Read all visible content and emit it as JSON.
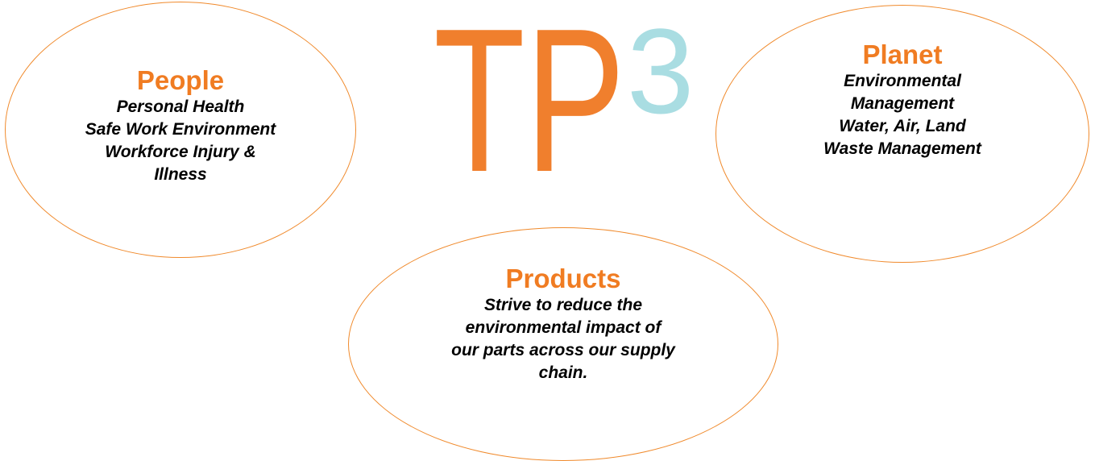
{
  "logo": {
    "letters": "TP",
    "superscript": "3",
    "letter_color": "#f07f2d",
    "superscript_color": "#a9dde2"
  },
  "colors": {
    "accent": "#f07c22",
    "ellipse_border": "#f08a2c",
    "body_text": "#000000",
    "background": "#ffffff"
  },
  "people": {
    "heading": "People",
    "lines": [
      "Personal Health",
      "Safe Work Environment",
      "Workforce Injury &",
      "Illness"
    ]
  },
  "planet": {
    "heading": "Planet",
    "lines": [
      "Environmental",
      "Management",
      "Water, Air, Land",
      "Waste Management"
    ]
  },
  "products": {
    "heading": "Products",
    "lines": [
      "Strive to reduce the",
      "environmental impact of",
      "our parts across our supply",
      "chain."
    ]
  }
}
